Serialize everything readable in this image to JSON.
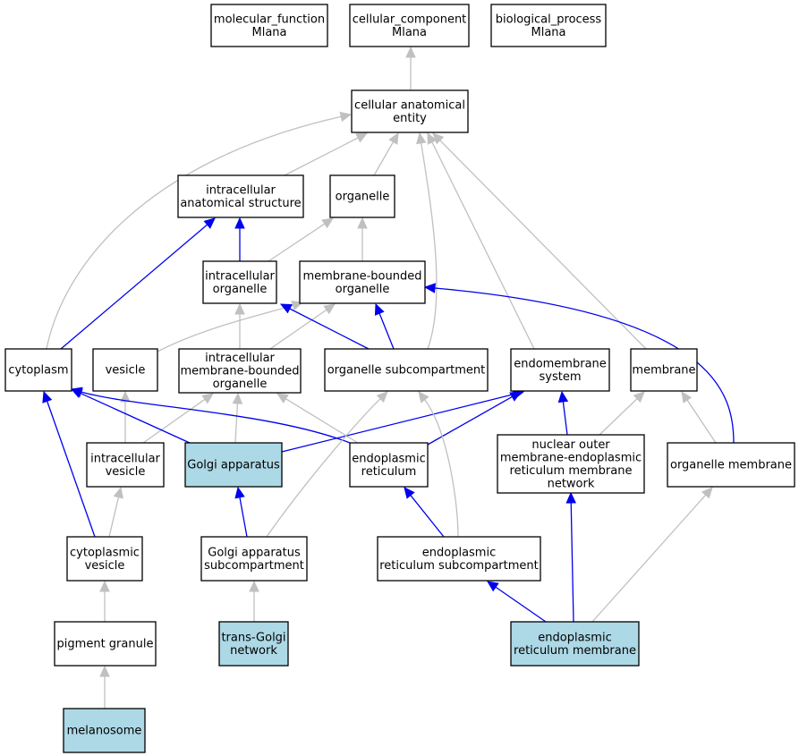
{
  "colors": {
    "is_a_edge": "#c0c0c0",
    "part_of_edge": "#0000ee",
    "node_default": "#ffffff",
    "node_highlight": "#add8e6",
    "node_border": "#000000"
  },
  "nodes": [
    {
      "id": "molecular_function",
      "lines": [
        "molecular_function",
        "Mlana"
      ],
      "highlight": false
    },
    {
      "id": "cellular_component",
      "lines": [
        "cellular_component",
        "Mlana"
      ],
      "highlight": false
    },
    {
      "id": "biological_process",
      "lines": [
        "biological_process",
        "Mlana"
      ],
      "highlight": false
    },
    {
      "id": "cellular_anatomical_entity",
      "lines": [
        "cellular anatomical",
        "entity"
      ],
      "highlight": false
    },
    {
      "id": "intracellular_anatomical_structure",
      "lines": [
        "intracellular",
        "anatomical structure"
      ],
      "highlight": false
    },
    {
      "id": "organelle",
      "lines": [
        "organelle"
      ],
      "highlight": false
    },
    {
      "id": "intracellular_organelle",
      "lines": [
        "intracellular",
        "organelle"
      ],
      "highlight": false
    },
    {
      "id": "membrane_bounded_organelle",
      "lines": [
        "membrane-bounded",
        "organelle"
      ],
      "highlight": false
    },
    {
      "id": "cytoplasm",
      "lines": [
        "cytoplasm"
      ],
      "highlight": false
    },
    {
      "id": "vesicle",
      "lines": [
        "vesicle"
      ],
      "highlight": false
    },
    {
      "id": "intracellular_membrane_bounded_organelle",
      "lines": [
        "intracellular",
        "membrane-bounded",
        "organelle"
      ],
      "highlight": false
    },
    {
      "id": "organelle_subcompartment",
      "lines": [
        "organelle subcompartment"
      ],
      "highlight": false
    },
    {
      "id": "endomembrane_system",
      "lines": [
        "endomembrane",
        "system"
      ],
      "highlight": false
    },
    {
      "id": "membrane",
      "lines": [
        "membrane"
      ],
      "highlight": false
    },
    {
      "id": "intracellular_vesicle",
      "lines": [
        "intracellular",
        "vesicle"
      ],
      "highlight": false
    },
    {
      "id": "golgi_apparatus",
      "lines": [
        "Golgi apparatus"
      ],
      "highlight": true
    },
    {
      "id": "endoplasmic_reticulum",
      "lines": [
        "endoplasmic",
        "reticulum"
      ],
      "highlight": false
    },
    {
      "id": "nuclear_outer_membrane_er_network",
      "lines": [
        "nuclear outer",
        "membrane-endoplasmic",
        "reticulum membrane",
        "network"
      ],
      "highlight": false
    },
    {
      "id": "organelle_membrane",
      "lines": [
        "organelle membrane"
      ],
      "highlight": false
    },
    {
      "id": "cytoplasmic_vesicle",
      "lines": [
        "cytoplasmic",
        "vesicle"
      ],
      "highlight": false
    },
    {
      "id": "golgi_apparatus_subcompartment",
      "lines": [
        "Golgi apparatus",
        "subcompartment"
      ],
      "highlight": false
    },
    {
      "id": "er_subcompartment",
      "lines": [
        "endoplasmic",
        "reticulum subcompartment"
      ],
      "highlight": false
    },
    {
      "id": "pigment_granule",
      "lines": [
        "pigment granule"
      ],
      "highlight": false
    },
    {
      "id": "trans_golgi_network",
      "lines": [
        "trans-Golgi",
        "network"
      ],
      "highlight": true
    },
    {
      "id": "er_membrane",
      "lines": [
        "endoplasmic",
        "reticulum membrane"
      ],
      "highlight": true
    },
    {
      "id": "melanosome",
      "lines": [
        "melanosome"
      ],
      "highlight": true
    }
  ],
  "edges": [
    {
      "from": "cellular_anatomical_entity",
      "to": "cellular_component",
      "type": "is_a"
    },
    {
      "from": "intracellular_anatomical_structure",
      "to": "cellular_anatomical_entity",
      "type": "is_a"
    },
    {
      "from": "organelle",
      "to": "cellular_anatomical_entity",
      "type": "is_a"
    },
    {
      "from": "cytoplasm",
      "to": "cellular_anatomical_entity",
      "type": "is_a"
    },
    {
      "from": "organelle_subcompartment",
      "to": "cellular_anatomical_entity",
      "type": "is_a"
    },
    {
      "from": "endomembrane_system",
      "to": "cellular_anatomical_entity",
      "type": "is_a"
    },
    {
      "from": "membrane",
      "to": "cellular_anatomical_entity",
      "type": "is_a"
    },
    {
      "from": "intracellular_organelle",
      "to": "intracellular_anatomical_structure",
      "type": "part_of"
    },
    {
      "from": "cytoplasm",
      "to": "intracellular_anatomical_structure",
      "type": "part_of"
    },
    {
      "from": "intracellular_organelle",
      "to": "organelle",
      "type": "is_a"
    },
    {
      "from": "membrane_bounded_organelle",
      "to": "organelle",
      "type": "is_a"
    },
    {
      "from": "vesicle",
      "to": "membrane_bounded_organelle",
      "type": "is_a"
    },
    {
      "from": "intracellular_membrane_bounded_organelle",
      "to": "intracellular_organelle",
      "type": "is_a"
    },
    {
      "from": "intracellular_membrane_bounded_organelle",
      "to": "membrane_bounded_organelle",
      "type": "is_a"
    },
    {
      "from": "organelle_subcompartment",
      "to": "intracellular_organelle",
      "type": "part_of"
    },
    {
      "from": "organelle_subcompartment",
      "to": "membrane_bounded_organelle",
      "type": "part_of"
    },
    {
      "from": "organelle_membrane",
      "to": "membrane_bounded_organelle",
      "type": "part_of"
    },
    {
      "from": "intracellular_vesicle",
      "to": "vesicle",
      "type": "is_a"
    },
    {
      "from": "intracellular_vesicle",
      "to": "intracellular_membrane_bounded_organelle",
      "type": "is_a"
    },
    {
      "from": "golgi_apparatus",
      "to": "intracellular_membrane_bounded_organelle",
      "type": "is_a"
    },
    {
      "from": "endoplasmic_reticulum",
      "to": "intracellular_membrane_bounded_organelle",
      "type": "is_a"
    },
    {
      "from": "golgi_apparatus",
      "to": "cytoplasm",
      "type": "part_of"
    },
    {
      "from": "endoplasmic_reticulum",
      "to": "cytoplasm",
      "type": "part_of"
    },
    {
      "from": "golgi_apparatus",
      "to": "endomembrane_system",
      "type": "part_of"
    },
    {
      "from": "endoplasmic_reticulum",
      "to": "endomembrane_system",
      "type": "part_of"
    },
    {
      "from": "nuclear_outer_membrane_er_network",
      "to": "endomembrane_system",
      "type": "part_of"
    },
    {
      "from": "nuclear_outer_membrane_er_network",
      "to": "membrane",
      "type": "is_a"
    },
    {
      "from": "organelle_membrane",
      "to": "membrane",
      "type": "is_a"
    },
    {
      "from": "cytoplasmic_vesicle",
      "to": "intracellular_vesicle",
      "type": "is_a"
    },
    {
      "from": "cytoplasmic_vesicle",
      "to": "cytoplasm",
      "type": "part_of"
    },
    {
      "from": "golgi_apparatus_subcompartment",
      "to": "golgi_apparatus",
      "type": "part_of"
    },
    {
      "from": "golgi_apparatus_subcompartment",
      "to": "organelle_subcompartment",
      "type": "is_a"
    },
    {
      "from": "er_subcompartment",
      "to": "endoplasmic_reticulum",
      "type": "part_of"
    },
    {
      "from": "er_subcompartment",
      "to": "organelle_subcompartment",
      "type": "is_a"
    },
    {
      "from": "pigment_granule",
      "to": "cytoplasmic_vesicle",
      "type": "is_a"
    },
    {
      "from": "trans_golgi_network",
      "to": "golgi_apparatus_subcompartment",
      "type": "is_a"
    },
    {
      "from": "er_membrane",
      "to": "er_subcompartment",
      "type": "part_of"
    },
    {
      "from": "er_membrane",
      "to": "nuclear_outer_membrane_er_network",
      "type": "part_of"
    },
    {
      "from": "er_membrane",
      "to": "organelle_membrane",
      "type": "is_a"
    },
    {
      "from": "melanosome",
      "to": "pigment_granule",
      "type": "is_a"
    }
  ]
}
